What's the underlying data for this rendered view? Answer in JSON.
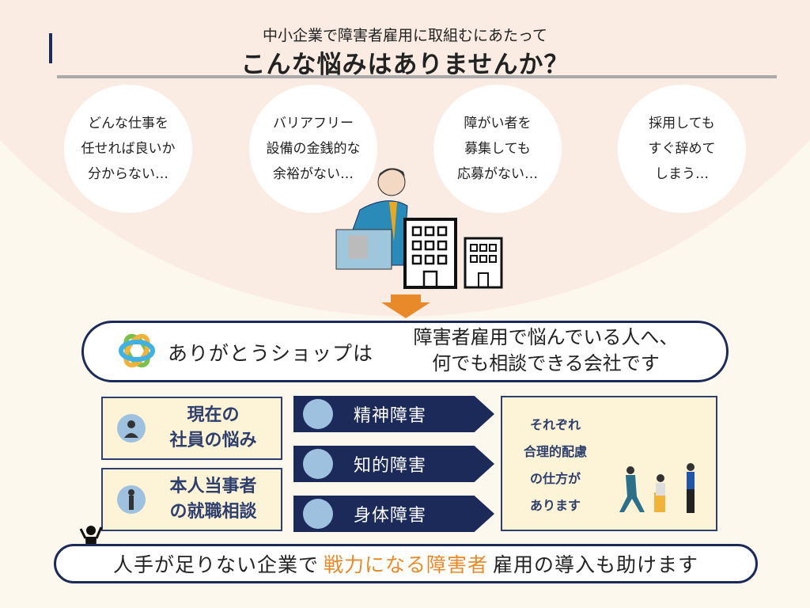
{
  "header": {
    "subtitle": "中小企業で障害者雇用に取組むにあたって",
    "title": "こんな悩みはありませんか？"
  },
  "worries": [
    {
      "lines": [
        "どんな仕事を",
        "任せれば良いか",
        "分からない…"
      ]
    },
    {
      "lines": [
        "バリアフリー",
        "設備の金銭的な",
        "余裕がない…"
      ]
    },
    {
      "lines": [
        "障がい者を",
        "募集しても",
        "応募がない…"
      ]
    },
    {
      "lines": [
        "採用しても",
        "すぐ辞めて",
        "しまう…"
      ]
    }
  ],
  "banner": {
    "company": "ありがとうショップは",
    "message_line1": "障害者雇用で悩んでいる人へ、",
    "message_line2": "何でも相談できる会社です"
  },
  "consult": [
    {
      "lines": [
        "現在の",
        "社員の悩み"
      ]
    },
    {
      "lines": [
        "本人当事者",
        "の就職相談"
      ]
    }
  ],
  "disabilities": [
    {
      "label": "精神障害"
    },
    {
      "label": "知的障害"
    },
    {
      "label": "身体障害"
    }
  ],
  "accommodation": {
    "lines": [
      "それぞれ",
      "合理的配慮",
      "の仕方が",
      "あります"
    ]
  },
  "footer": {
    "before": "人手が足りない企業で",
    "highlight": "戦力になる障害者",
    "after": "雇用の導入も助けます"
  },
  "colors": {
    "navy": "#1c2a5a",
    "orange": "#e8892a",
    "peach": "#fbece3",
    "cream": "#fdf3d6"
  }
}
